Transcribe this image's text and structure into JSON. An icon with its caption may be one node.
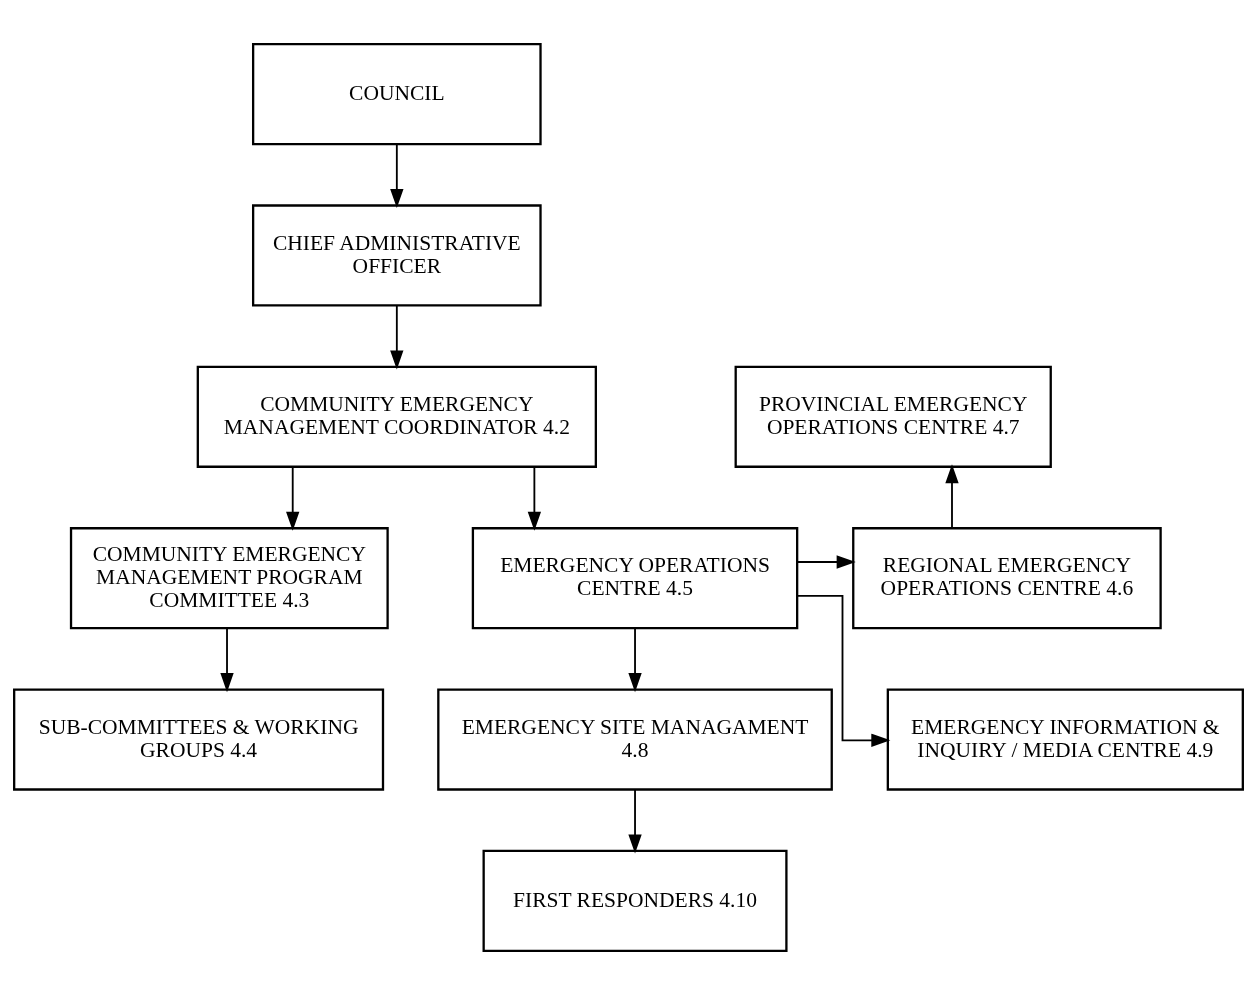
{
  "diagram": {
    "nodes": [
      {
        "text": [
          "COUNCIL"
        ]
      },
      {
        "text": [
          "CHIEF ADMINISTRATIVE OFFICER"
        ]
      },
      {
        "text": [
          "COMMUNITY EMERGENCY MANAGEMENT COORDINATOR 4.2"
        ]
      },
      {
        "text": [
          "PROVINCIAL EMERGENCY OPERATIONS CENTRE 4.7"
        ]
      },
      {
        "text": [
          "COMMUNITY EMERGENCY MANAGEMENT PROGRAM COMMITTEE 4.3"
        ]
      },
      {
        "text": [
          "EMERGENCY OPERATIONS CENTRE 4.5"
        ]
      },
      {
        "text": [
          "REGIONAL EMERGENCY OPERATIONS CENTRE 4.6"
        ]
      },
      {
        "text": [
          "SUB-COMMITTEES & WORKING GROUPS 4.4"
        ]
      },
      {
        "text": [
          "EMERGENCY SITE MANAGAMENT 4.8"
        ]
      },
      {
        "text": [
          "EMERGENCY INFORMATION & INQUIRY / MEDIA CENTRE 4.9"
        ]
      },
      {
        "text": [
          "FIRST RESPONDERS 4.10"
        ]
      }
    ],
    "edges": [
      {
        "from": 0,
        "to": 1,
        "arrow": "to"
      },
      {
        "from": 1,
        "to": 2,
        "arrow": "to"
      },
      {
        "from": 2,
        "to": 4,
        "arrow": "to"
      },
      {
        "from": 2,
        "to": 5,
        "arrow": "to"
      },
      {
        "from": 5,
        "to": 6,
        "arrow": "to"
      },
      {
        "from": 6,
        "to": 3,
        "arrow": "to"
      },
      {
        "from": 4,
        "to": 7,
        "arrow": "to"
      },
      {
        "from": 5,
        "to": 8,
        "arrow": "to"
      },
      {
        "from": 5,
        "to": 9,
        "arrow": "to"
      },
      {
        "from": 8,
        "to": 10,
        "arrow": "to"
      }
    ]
  }
}
